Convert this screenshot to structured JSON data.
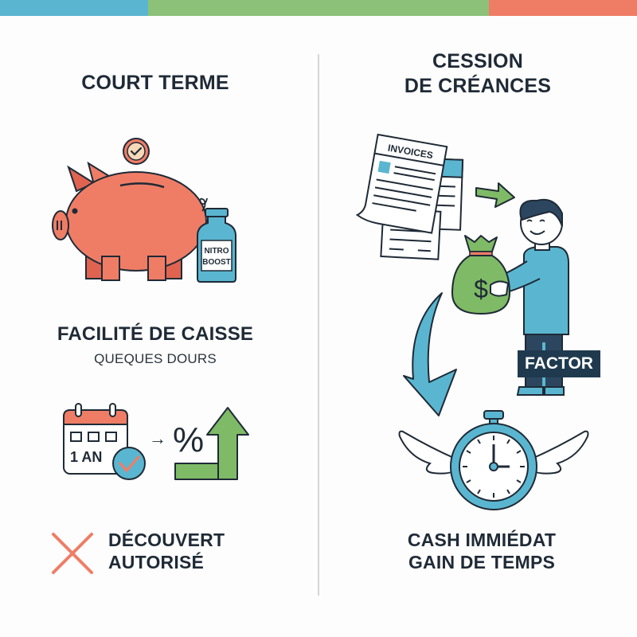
{
  "colors": {
    "bar_blue": "#5ab6d0",
    "bar_green": "#8cc17a",
    "bar_red": "#ef7d66",
    "pig": "#ef7d66",
    "teal": "#5ab6d0",
    "green": "#7fba66",
    "navy": "#1f3a4e",
    "text": "#1f2a36",
    "divider": "#d6d6d6"
  },
  "left_column": {
    "title": "COURT TERME",
    "bottle_label_line1": "NITRO",
    "bottle_label_line2": "BOOST",
    "facility_title": "FACILITÉ DE CAISSE",
    "facility_subtitle": "QUEQUES DOURS",
    "calendar_label": "1 AN",
    "percent_symbol": "%",
    "arrow_symbol": "→",
    "overdraft_line1": "DÉCOUVERT",
    "overdraft_line2": "AUTORISÉ"
  },
  "right_column": {
    "title_line1": "CESSION",
    "title_line2": "DE CRÉANCES",
    "invoice_label": "INVOICES",
    "bag_symbol": "$",
    "factor_label": "FACTOR",
    "benefit_line1": "CASH IMMIÉDAT",
    "benefit_line2": "GAIN DE TEMPS"
  },
  "icons": [
    "coin-check-icon",
    "piggy-bank-icon",
    "nitro-bottle-icon",
    "calendar-icon",
    "check-badge-icon",
    "arrow-right-icon",
    "percent-up-arrow-icon",
    "cross-icon",
    "invoice-documents-icon",
    "green-arrow-icon",
    "money-bag-icon",
    "factor-person-icon",
    "curved-arrow-icon",
    "winged-stopwatch-icon"
  ]
}
